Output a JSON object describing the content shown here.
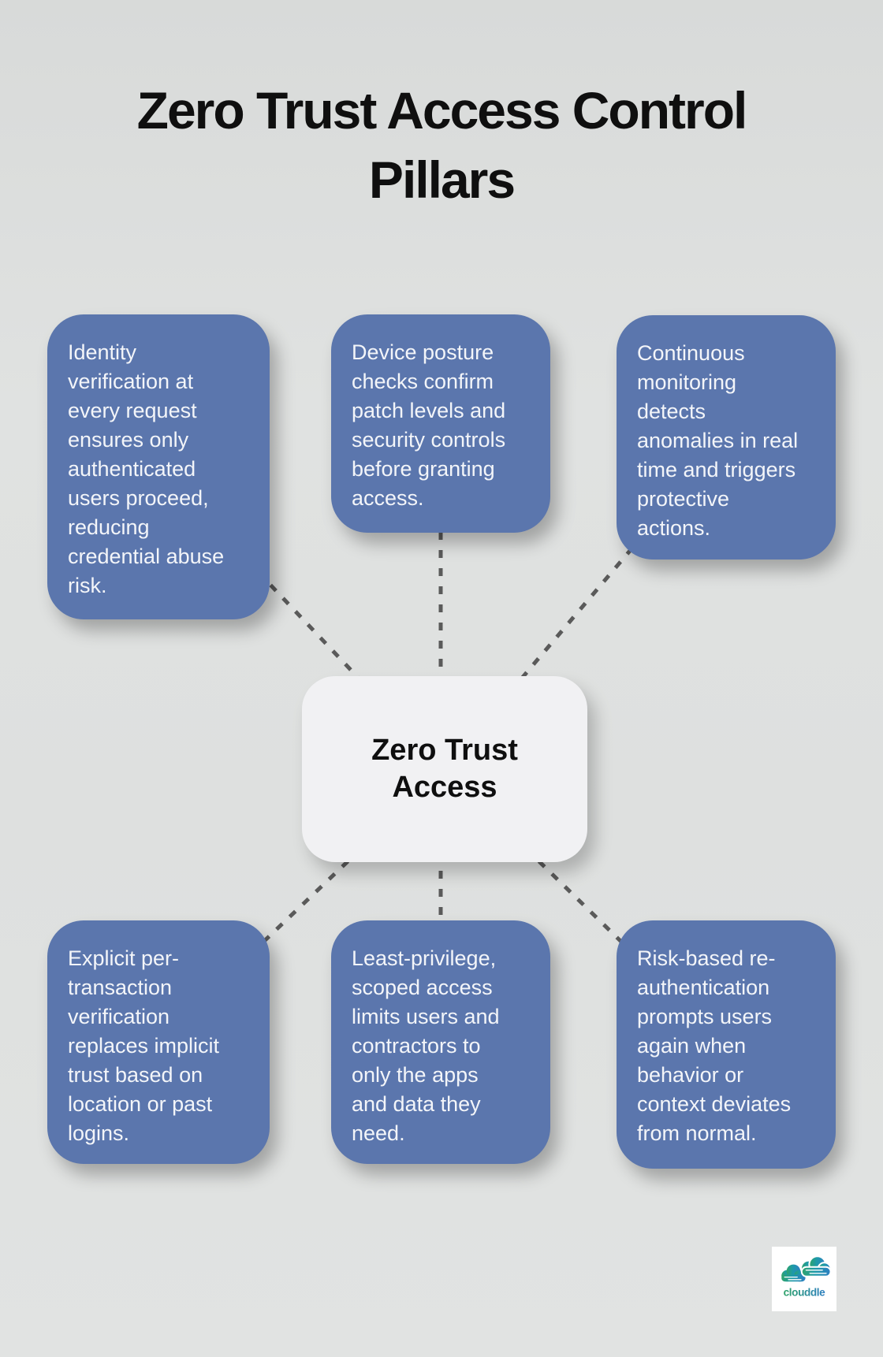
{
  "title": {
    "text": "Zero Trust Access Control\nPillars"
  },
  "center_node": {
    "label": "Zero Trust\nAccess"
  },
  "pillars": [
    {
      "id": "identity-verification",
      "text": "Identity\nverification at\nevery request\nensures only\nauthenticated\nusers proceed,\nreducing\ncredential abuse\nrisk."
    },
    {
      "id": "device-posture",
      "text": "Device posture\nchecks confirm\npatch levels and\nsecurity controls\nbefore granting\naccess."
    },
    {
      "id": "continuous-monitoring",
      "text": "Continuous\nmonitoring\ndetects\nanomalies in real\ntime and triggers\nprotective\nactions."
    },
    {
      "id": "explicit-verification",
      "text": "Explicit per-\ntransaction\nverification\nreplaces implicit\ntrust based on\nlocation or past\nlogins."
    },
    {
      "id": "least-privilege",
      "text": "Least-privilege,\nscoped access\nlimits users and\ncontractors to\nonly the apps\nand data they\nneed."
    },
    {
      "id": "risk-based-reauth",
      "text": "Risk-based re-\nauthentication\nprompts users\nagain when\nbehavior or\ncontext deviates\nfrom normal."
    }
  ],
  "logo": {
    "text": "clouddle"
  },
  "colors": {
    "background": "#dee0df",
    "pillar_blue": "#5b76ad",
    "pillar_text": "#f3f5f9",
    "center_box": "#f1f1f3",
    "title_text": "#0f0f0f",
    "connector_gray": "#5a5a5a",
    "logo_green": "#2fa36a",
    "logo_blue": "#2e7fc2"
  }
}
